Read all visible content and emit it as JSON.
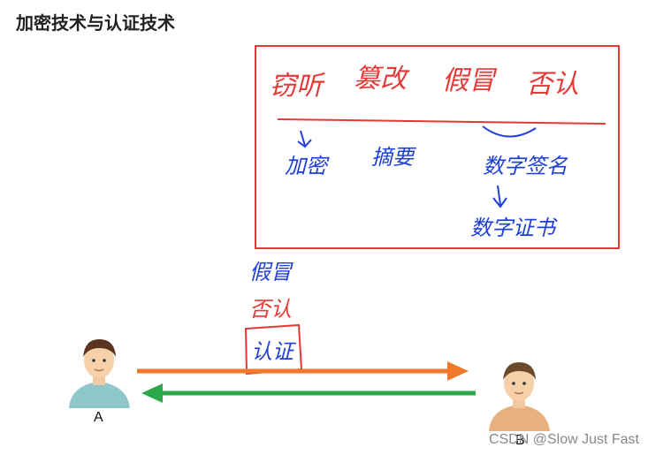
{
  "title": "加密技术与认证技术",
  "threats": [
    "窃听",
    "篡改",
    "假冒",
    "否认"
  ],
  "techniques": [
    "加密",
    "摘要",
    "数字签名",
    "数字证书"
  ],
  "side_notes": [
    "假冒",
    "否认"
  ],
  "boxed_note": "认证",
  "people": {
    "left": "A",
    "right": "B"
  },
  "watermark": "CSDN @Slow Just Fast",
  "colors": {
    "red": "#e53935",
    "blue": "#1e3fd8",
    "orange": "#f07a2a",
    "green": "#2aa84a"
  }
}
